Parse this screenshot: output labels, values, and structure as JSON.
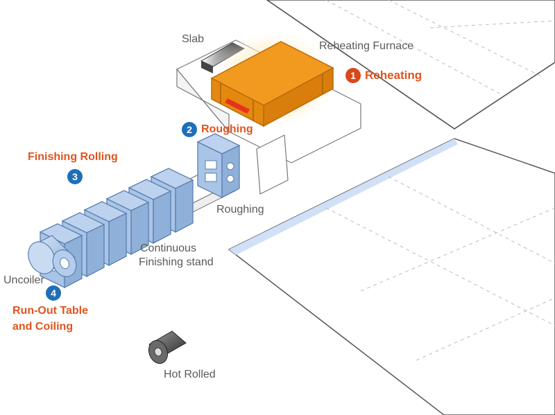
{
  "labels": {
    "slab": "Slab",
    "reheating_furnace": "Reheating Furnace",
    "roughing_stand": "Roughing",
    "continuous_finishing_line1": "Continuous",
    "continuous_finishing_line2": "Finishing stand",
    "uncoiler": "Uncoiler",
    "hot_rolled": "Hot Rolled"
  },
  "steps": [
    {
      "number": "1",
      "title": "Reheating"
    },
    {
      "number": "2",
      "title": "Roughing"
    },
    {
      "number": "3",
      "title": "Finishing Rolling"
    },
    {
      "number": "4",
      "title_line1": "Run-Out Table",
      "title_line2": "and Coiling"
    }
  ],
  "colors": {
    "step_text": "#e0541e",
    "badge_red": "#d9481b",
    "badge_blue": "#1e6fb8",
    "furnace": "#f0961e",
    "equipment_blue": "#a8c4e6",
    "equipment_stroke": "#5b7fae",
    "label_gray": "#5a5a5a"
  },
  "icons": {
    "step_badge": "numbered-circle-icon",
    "coil": "steel-coil-icon"
  }
}
